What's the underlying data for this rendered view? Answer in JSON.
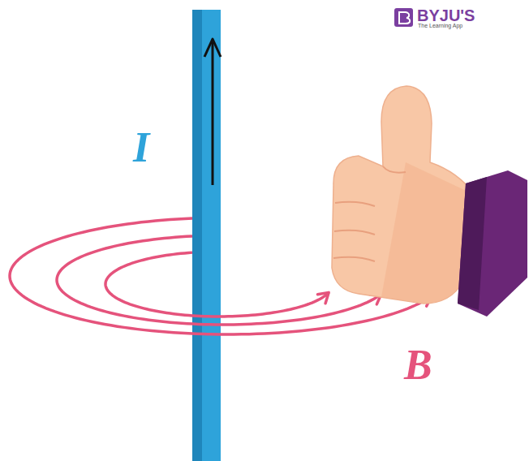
{
  "diagram": {
    "labels": [
      "I",
      "B",
      "BYJU'S",
      "The Learning App"
    ]
  }
}
